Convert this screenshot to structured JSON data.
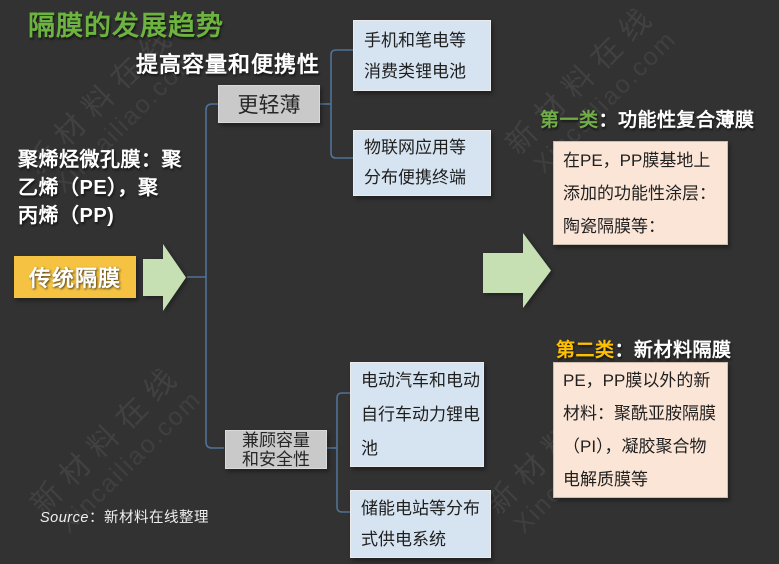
{
  "title": "隔膜的发展趋势",
  "subtitle": "提高容量和便携性",
  "left": {
    "intro_lines": [
      "聚烯烃微孔膜：聚",
      "乙烯（PE），聚",
      "丙烯（PP)"
    ],
    "traditional_label": "传统隔膜"
  },
  "branches": {
    "light": {
      "label": "更轻薄"
    },
    "safety": {
      "label_lines": [
        "兼顾容量",
        "和安全性"
      ]
    }
  },
  "applications": {
    "consumer": {
      "lines": [
        "手机和笔电等",
        "消费类锂电池"
      ]
    },
    "iot": {
      "lines": [
        "物联网应用等",
        "分布便携终端"
      ]
    },
    "ev": {
      "lines": [
        "电动汽车和电动",
        "自行车动力锂电",
        "池"
      ]
    },
    "storage": {
      "lines": [
        "储能电站等分布",
        "式供电系统"
      ]
    }
  },
  "categories": [
    {
      "tag": "第一类",
      "name": "：功能性复合薄膜",
      "tag_color": "#70AD47",
      "body_lines": [
        "在PE，PP膜基地上",
        "添加的功能性涂层：",
        "陶瓷隔膜等："
      ]
    },
    {
      "tag": "第二类",
      "name": "：新材料隔膜",
      "tag_color": "#FFC000",
      "body_lines": [
        "PE，PP膜以外的新",
        "材料：聚酰亚胺隔膜",
        "（PI），凝胶聚合物",
        "电解质膜等"
      ]
    }
  ],
  "source": {
    "prefix": "Source",
    "text": "：新材料在线整理"
  },
  "watermark": {
    "cn": "新材料在线",
    "en": "Xincailiao.com"
  },
  "colors": {
    "background": "#323232",
    "title_green": "#6CB33F",
    "category1_green": "#70AD47",
    "category2_gold": "#FFC000",
    "traditional_box": "#F5C242",
    "arrow_green": "#C6E0B4",
    "app_box_blue": "#D6E3F0",
    "branch_box_gray": "#C9C9C9",
    "category_body_peach": "#FBE5D6",
    "connector_blue": "#4F7296"
  }
}
